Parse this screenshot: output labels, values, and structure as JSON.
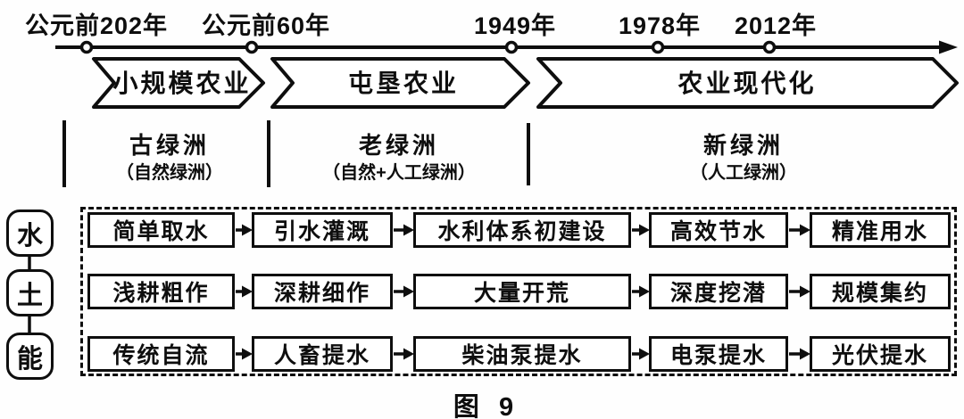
{
  "timeline": {
    "dates": [
      "公元前202年",
      "公元前60年",
      "1949年",
      "1978年",
      "2012年"
    ]
  },
  "eras": [
    {
      "label": "小规模农业"
    },
    {
      "label": "屯垦农业"
    },
    {
      "label": "农业现代化"
    }
  ],
  "oases": [
    {
      "name": "古绿洲",
      "sub": "（自然绿洲）"
    },
    {
      "name": "老绿洲",
      "sub": "（自然+人工绿洲）"
    },
    {
      "name": "新绿洲",
      "sub": "（人工绿洲）"
    }
  ],
  "categories": [
    "水",
    "土",
    "能"
  ],
  "grid": {
    "rows": [
      {
        "category": "水",
        "cells": [
          "简单取水",
          "引水灌溉",
          "水利体系初建设",
          "高效节水",
          "精准用水"
        ]
      },
      {
        "category": "土",
        "cells": [
          "浅耕粗作",
          "深耕细作",
          "大量开荒",
          "深度挖潜",
          "规模集约"
        ]
      },
      {
        "category": "能",
        "cells": [
          "传统自流",
          "人畜提水",
          "柴油泵提水",
          "电泵提水",
          "光伏提水"
        ]
      }
    ]
  },
  "caption": "图 9",
  "colors": {
    "ink": "#0e0e0e",
    "paper": "#fefefe"
  }
}
